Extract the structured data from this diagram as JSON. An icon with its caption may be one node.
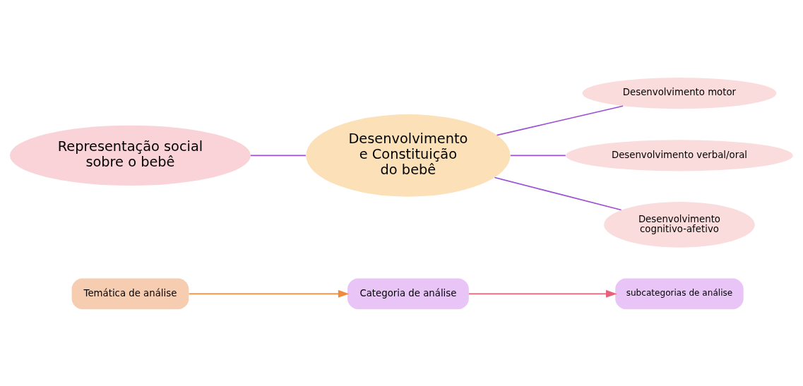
{
  "diagram": {
    "nodes": [
      {
        "text": [
          "Temática de análise"
        ]
      },
      {
        "text": [
          "Categoria de análise"
        ]
      },
      {
        "text": [
          "subcategorias de análise"
        ]
      },
      {
        "text": [
          "Representação social sobre o bebê"
        ]
      },
      {
        "text": [
          "Desenvolvimento e Constituição do bebê"
        ]
      },
      {
        "text": [
          "Desenvolvimento motor"
        ]
      },
      {
        "text": [
          "Desenvolvimento verbal/oral"
        ]
      },
      {
        "text": [
          "Desenvolvimento cognitivo-afetivo"
        ]
      }
    ],
    "edges": [
      {
        "from": 0,
        "to": 1,
        "arrow": "to",
        "color": "#f08a3c"
      },
      {
        "from": 1,
        "to": 2,
        "arrow": "to",
        "color": "#e8607a"
      },
      {
        "from": 3,
        "to": 4,
        "arrow": "none"
      },
      {
        "from": 4,
        "to": 5,
        "arrow": "none"
      },
      {
        "from": 4,
        "to": 6,
        "arrow": "none"
      },
      {
        "from": 4,
        "to": 7,
        "arrow": "none"
      }
    ]
  }
}
